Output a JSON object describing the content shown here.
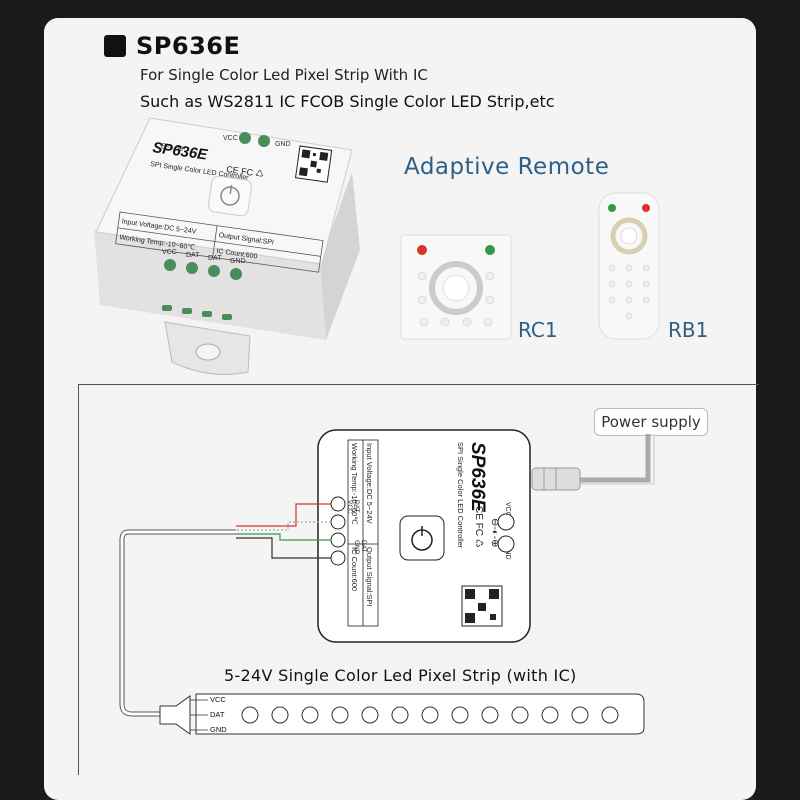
{
  "header": {
    "title": "SP636E",
    "subtitle_1": "For Single Color Led Pixel Strip With IC",
    "subtitle_2": "Such as WS2811 IC FCOB  Single Color LED Strip,etc"
  },
  "device": {
    "brand": "SP636E",
    "model_desc": "SPI Single Color LED Controller",
    "vcc": "VCC",
    "gnd": "GND",
    "spec_input": "Input Voltage:DC 5~24V",
    "spec_output": "Output Signal:SPI",
    "spec_temp": "Working Temp:-10~60℃",
    "spec_ic": "IC Count:600",
    "terminals": [
      "VCC",
      "DAT",
      "DAT",
      "GND"
    ]
  },
  "remotes": {
    "heading": "Adaptive Remote",
    "rc1": "RC1",
    "rb1": "RB1"
  },
  "diagram": {
    "power_supply": "Power supply",
    "strip_title": "5-24V Single Color Led Pixel Strip (with IC)",
    "strip_labels": [
      "VCC",
      "DAT",
      "GND"
    ]
  },
  "colors": {
    "accent_blue": "#2e5f86",
    "terminal_green": "#4a8c5a",
    "power_red": "#d9342b",
    "power_green": "#2e9b47"
  }
}
